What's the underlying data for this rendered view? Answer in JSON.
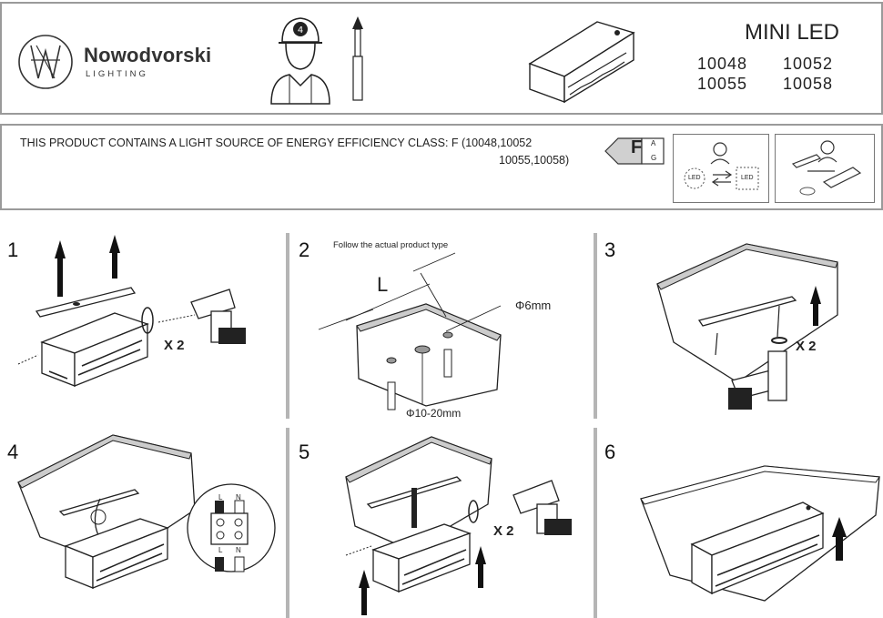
{
  "header": {
    "brand_name": "Nowodvorski",
    "brand_sub": "LIGHTING",
    "product_title": "MINI LED",
    "codes": [
      "10048",
      "10052",
      "10055",
      "10058"
    ]
  },
  "energy": {
    "line1": "THIS PRODUCT CONTAINS A LIGHT SOURCE OF ENERGY EFFICIENCY CLASS: F (10048,10052",
    "line2": "10055,10058)",
    "class_letter": "F",
    "scale_top": "A",
    "scale_bottom": "G",
    "led_label": "LED"
  },
  "steps": [
    {
      "num": "1",
      "multiplier": "X 2"
    },
    {
      "num": "2",
      "note": "Follow the actual product type",
      "dim_l": "L",
      "hole_small": "Φ6mm",
      "hole_large": "Φ10-20mm"
    },
    {
      "num": "3",
      "multiplier": "X 2"
    },
    {
      "num": "4",
      "terminal_l": "L",
      "terminal_n": "N"
    },
    {
      "num": "5",
      "multiplier": "X 2"
    },
    {
      "num": "6"
    }
  ],
  "colors": {
    "frame": "#9a9a9a",
    "ink": "#222222"
  }
}
